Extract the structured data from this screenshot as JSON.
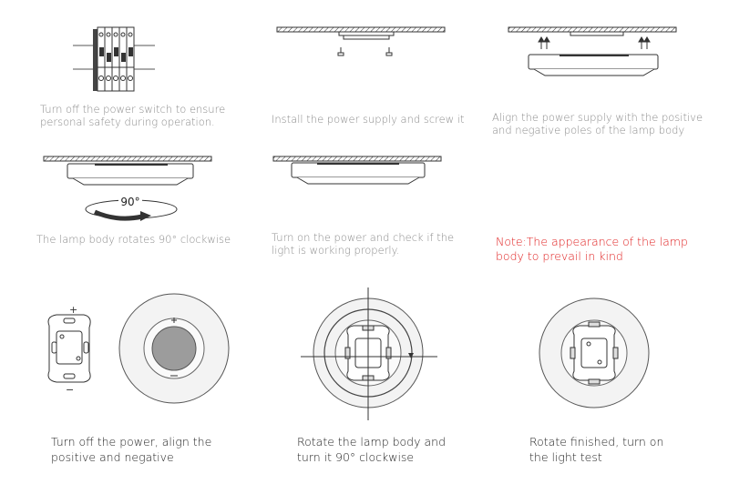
{
  "steps": [
    {
      "line1": "Turn off the power switch to ensure",
      "line2": "personal safety during operation."
    },
    {
      "line1": "Install the power supply and screw it",
      "line2": ""
    },
    {
      "line1": "Align the power supply with the positive",
      "line2": "and negative poles of the lamp body"
    },
    {
      "line1": "The lamp body rotates 90° clockwise",
      "line2": "",
      "rotation_label": "90°"
    },
    {
      "line1": "Turn on the power and check if the",
      "line2": "light is working properly."
    }
  ],
  "note": {
    "line1": "Note:The appearance of the lamp",
    "line2": "body to prevail in kind",
    "color": "#e02020"
  },
  "bottom_steps": [
    {
      "line1": "Turn off the power, align the",
      "line2": "positive and negative",
      "plus": "+",
      "minus": "−"
    },
    {
      "line1": "Rotate the lamp body and",
      "line2": "turn it 90° clockwise"
    },
    {
      "line1": "Rotate finished, turn on",
      "line2": "the light test"
    }
  ],
  "colors": {
    "caption_gray": "#8c8c8c",
    "caption_dark": "#222222",
    "line": "#333333",
    "ring_fill": "#f2f2f2",
    "center_fill": "#9a9a9a"
  },
  "icons": [
    "circuit-breaker-icon",
    "ceiling-hatch-icon",
    "rotate-arrow-icon"
  ]
}
